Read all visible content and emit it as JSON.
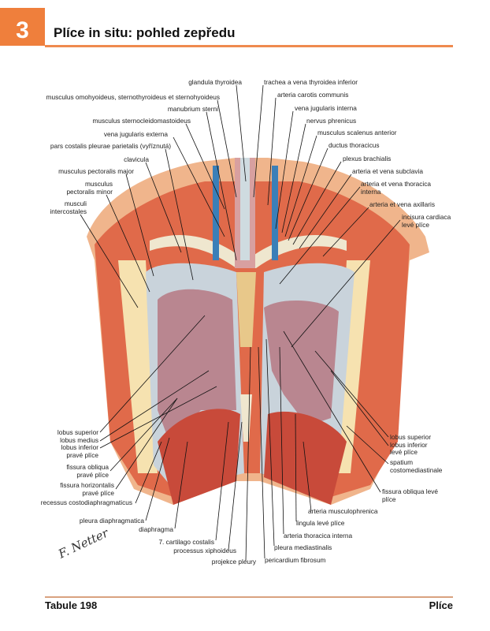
{
  "header": {
    "chapter_number": "3",
    "title": "Plíce in situ: pohled zepředu"
  },
  "footer": {
    "plate": "Tabule 198",
    "section": "Plíce"
  },
  "signature": "F. Netter",
  "colors": {
    "accent": "#ef7f3c",
    "footer_line": "#d9a27f"
  },
  "labels": [
    "glandula thyroidea",
    "musculus omohyoideus, sternothyroideus et sternohyoideus",
    "manubrium sterni",
    "musculus sternocleidomastoideus",
    "vena jugularis externa",
    "pars costalis pleurae parietalis (vyříznutá)",
    "clavicula",
    "musculus pectoralis major",
    "musculus\npectoralis minor",
    "musculi\nintercostales",
    "trachea a vena thyroidea inferior",
    "arteria carotis communis",
    "vena jugularis interna",
    "nervus phrenicus",
    "musculus scalenus anterior",
    "ductus thoracicus",
    "plexus brachialis",
    "arteria et vena subclavia",
    "arteria et vena thoracica\ninterna",
    "arteria et vena axillaris",
    "incisura cardiaca\nlevé plíce",
    "lobus superior\nlobus medius\nlobus inferior\npravé plíce",
    "fissura obliqua\npravé plíce",
    "fissura horizontalis\npravé plíce",
    "recessus costodiaphragmaticus",
    "pleura diaphragmatica",
    "diaphragma",
    "7. cartilago costalis",
    "processus xiphoideus",
    "projekce pleury",
    "lobus superior\nlobus inferior\nlevé plíce",
    "spatium\ncostomediastinale",
    "fissura obliqua levé\nplíce",
    "arteria musculophrenica",
    "lingula levé plíce",
    "arteria thoracica interna",
    "pleura mediastinalis",
    "pericardium fibrosum"
  ]
}
